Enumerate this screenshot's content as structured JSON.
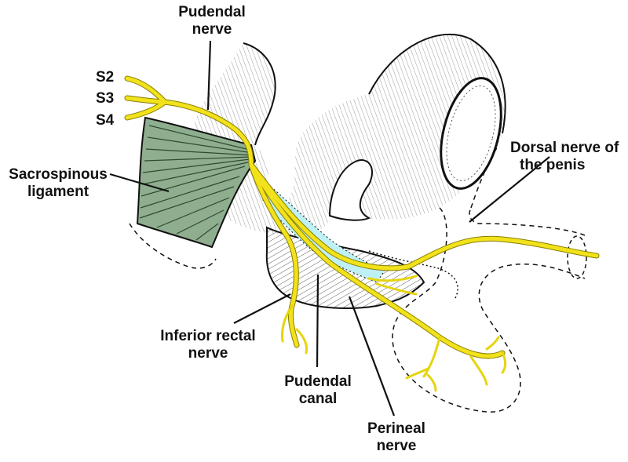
{
  "colors": {
    "nerve": "#f2e21b",
    "nerve_outline": "#8a7f00",
    "ligament": "#8fae8f",
    "canal": "#bff0f5",
    "ink": "#1a1a1a"
  },
  "labels": {
    "pudendal_nerve": [
      "Pudendal",
      "nerve"
    ],
    "s2": "S2",
    "s3": "S3",
    "s4": "S4",
    "sacrospinous_ligament": [
      "Sacrospinous",
      "ligament"
    ],
    "dorsal_nerve_penis": [
      "Dorsal nerve of",
      "the penis"
    ],
    "inferior_rectal_nerve": [
      "Inferior rectal",
      "nerve"
    ],
    "pudendal_canal": [
      "Pudendal",
      "canal"
    ],
    "perineal_nerve": [
      "Perineal",
      "nerve"
    ]
  }
}
